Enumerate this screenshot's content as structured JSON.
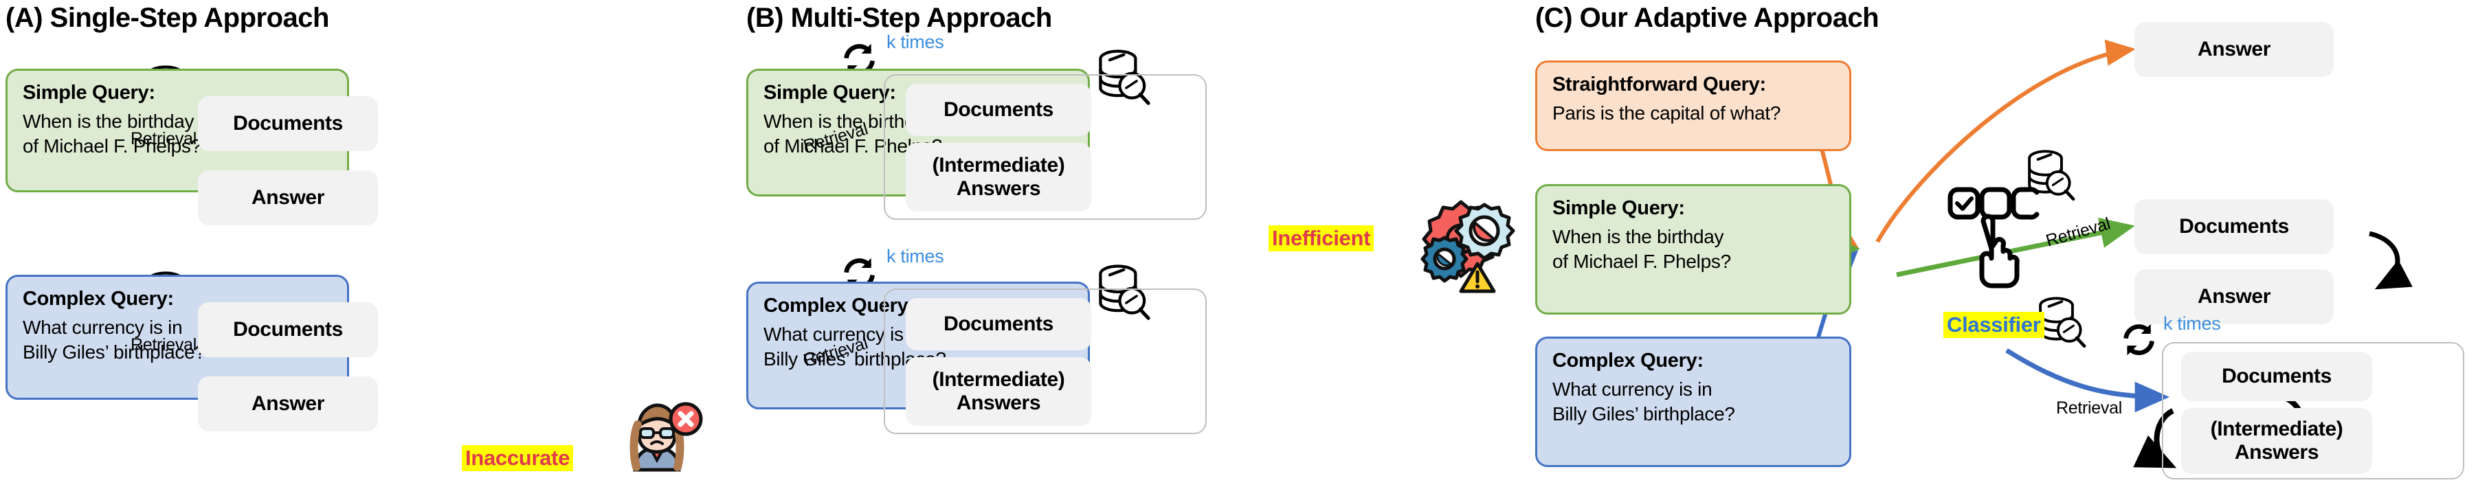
{
  "figure": {
    "type": "diagram",
    "caption_panels": 3
  },
  "panels": [
    {
      "id": "A",
      "title": "(A) Single-Step Approach",
      "rows": [
        {
          "query": {
            "title": "Simple Query:",
            "line1": "When is the birthday",
            "line2": "of Michael F. Phelps?",
            "color": "green"
          },
          "edge_label": "Retrieval",
          "nodes": [
            "Documents",
            "Answer"
          ],
          "badge": null
        },
        {
          "query": {
            "title": "Complex Query:",
            "line1": "What currency is in",
            "line2": "Billy Giles’ birthplace?",
            "color": "blue"
          },
          "edge_label": "Retrieval",
          "nodes": [
            "Documents",
            "Answer"
          ],
          "badge": "Inaccurate"
        }
      ]
    },
    {
      "id": "B",
      "title": "(B) Multi-Step Approach",
      "rows": [
        {
          "query": {
            "title": "Simple Query:",
            "line1": "When is the birthday",
            "line2": "of Michael F. Phelps?",
            "color": "green"
          },
          "edge_label": "Retrieval",
          "loop_label": "k times",
          "nodes": [
            "Documents",
            "(Intermediate)\nAnswers"
          ],
          "badge": "Inefficient"
        },
        {
          "query": {
            "title": "Complex Query:",
            "line1": "What currency is in",
            "line2": "Billy Giles’ birthplace?",
            "color": "blue"
          },
          "edge_label": "Retrieval",
          "loop_label": "k times",
          "nodes": [
            "Documents",
            "(Intermediate)\nAnswers"
          ],
          "badge": null
        }
      ]
    },
    {
      "id": "C",
      "title": "(C) Our Adaptive Approach",
      "classifier_label": "Classifier",
      "queries": [
        {
          "title": "Straightforward Query:",
          "line1": "Paris is the capital of what?",
          "line2": "",
          "color": "orange"
        },
        {
          "title": "Simple Query:",
          "line1": "When is the birthday",
          "line2": "of Michael F. Phelps?",
          "color": "green"
        },
        {
          "title": "Complex Query:",
          "line1": "What currency is in",
          "line2": "Billy Giles’ birthplace?",
          "color": "blue"
        }
      ],
      "branches": [
        {
          "path": "no-retrieval",
          "nodes": [
            "Answer"
          ],
          "edge_label": null,
          "loop_label": null
        },
        {
          "path": "single-step",
          "nodes": [
            "Documents",
            "Answer"
          ],
          "edge_label": "Retrieval",
          "loop_label": null
        },
        {
          "path": "multi-step",
          "nodes": [
            "Documents",
            "(Intermediate)\nAnswers"
          ],
          "edge_label": "Retrieval",
          "loop_label": "k times"
        }
      ]
    }
  ],
  "labels": {
    "retrieval": "Retrieval",
    "k_times": "k times",
    "documents": "Documents",
    "answer": "Answer",
    "intermediate_answers_l1": "(Intermediate)",
    "intermediate_answers_l2": "Answers",
    "inaccurate": "Inaccurate",
    "inefficient": "Inefficient",
    "classifier": "Classifier"
  },
  "colors": {
    "green_fill": "#DEEBD3",
    "green_stroke": "#70AD47",
    "blue_fill": "#CFDCF0",
    "blue_stroke": "#4472C4",
    "orange_fill": "#FBE0CC",
    "orange_stroke": "#ED7D31",
    "pill_fill": "#F2F2F2",
    "highlight": "#FFFF00",
    "badge_red": "#E03A4E",
    "badge_blue": "#2E75D4",
    "ktimes_blue": "#3C8DDE"
  }
}
